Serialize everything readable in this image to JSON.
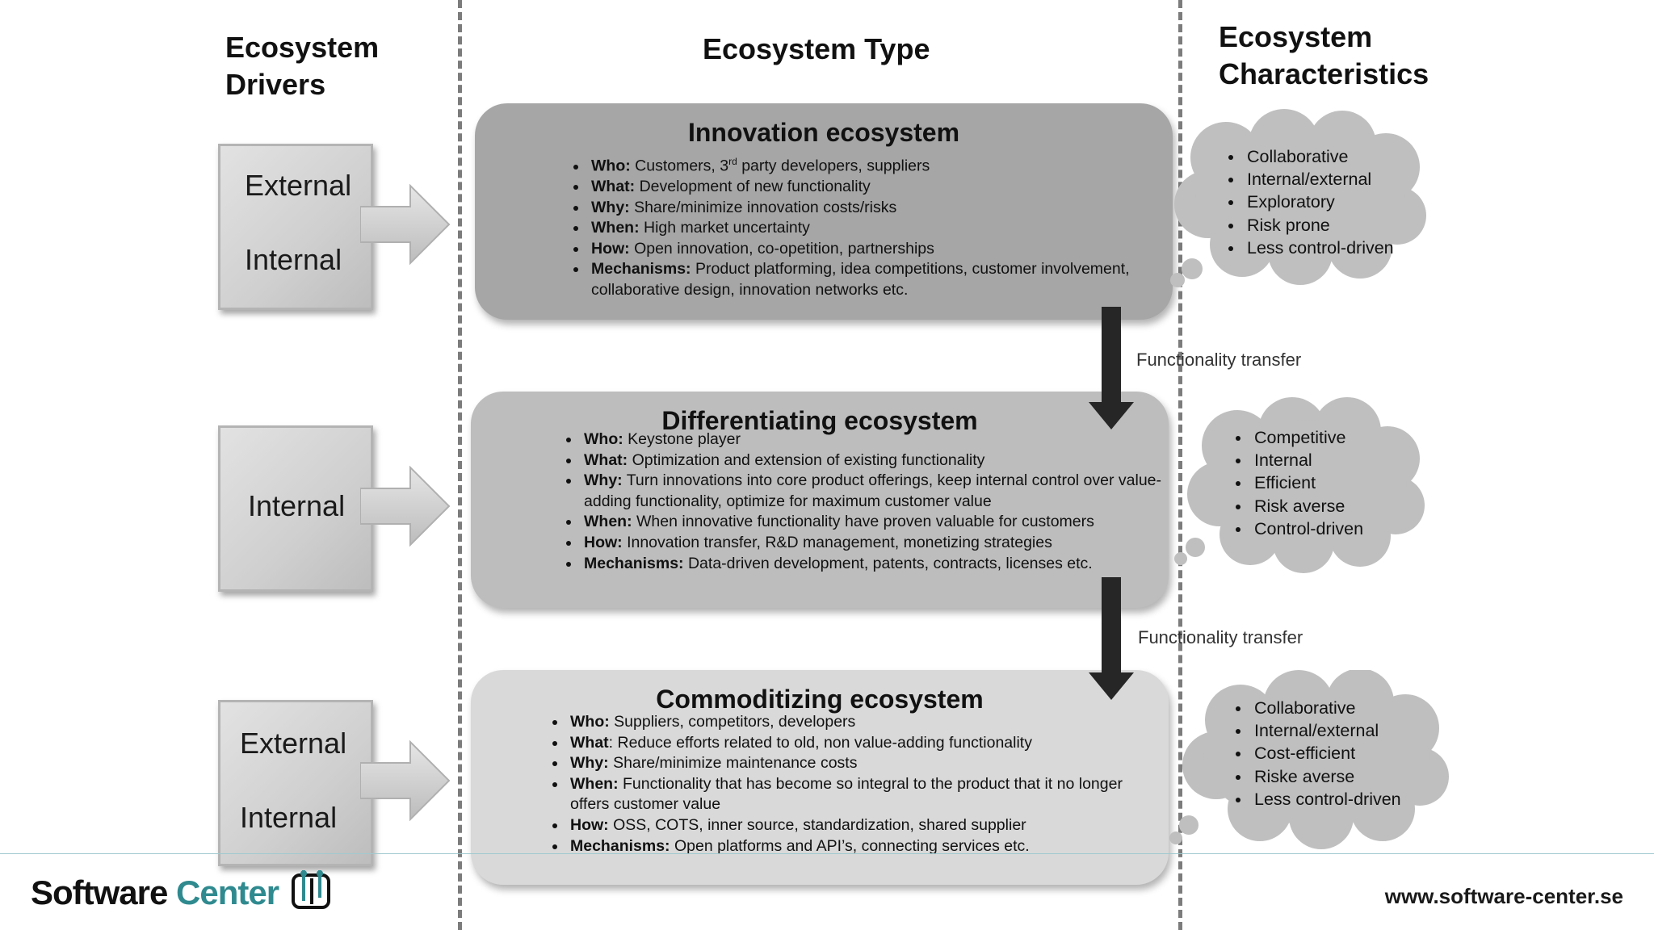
{
  "headers": {
    "drivers": [
      "Ecosystem",
      "Drivers"
    ],
    "type": "Ecosystem Type",
    "characteristics": [
      "Ecosystem",
      "Characteristics"
    ]
  },
  "drivers": [
    {
      "labels": [
        "External",
        "Internal"
      ]
    },
    {
      "labels": [
        "Internal"
      ]
    },
    {
      "labels": [
        "External",
        "Internal"
      ]
    }
  ],
  "ecosystems": [
    {
      "title": "Innovation ecosystem",
      "items": [
        {
          "k": "Who:",
          "pre": "Customers, 3",
          "sup": "rd",
          "post": " party developers, suppliers"
        },
        {
          "k": "What:",
          "v": "Development of new functionality"
        },
        {
          "k": "Why:",
          "v": "Share/minimize innovation costs/risks"
        },
        {
          "k": "When:",
          "v": "High market uncertainty"
        },
        {
          "k": "How:",
          "v": "Open innovation, co-opetition, partnerships"
        },
        {
          "k": "Mechanisms:",
          "v": "Product platforming, idea competitions, customer involvement, collaborative design, innovation networks etc."
        }
      ]
    },
    {
      "title": "Differentiating ecosystem",
      "items": [
        {
          "k": "Who:",
          "v": "Keystone player"
        },
        {
          "k": "What:",
          "v": "Optimization and extension of existing functionality"
        },
        {
          "k": "Why:",
          "v": "Turn innovations into core product offerings, keep internal control over value-adding functionality, optimize for maximum customer value"
        },
        {
          "k": "When:",
          "v": "When innovative functionality have proven valuable for customers"
        },
        {
          "k": "How:",
          "v": "Innovation transfer, R&D management, monetizing strategies"
        },
        {
          "k": "Mechanisms:",
          "v": "Data-driven development, patents, contracts, licenses etc."
        }
      ]
    },
    {
      "title": "Commoditizing ecosystem",
      "items": [
        {
          "k": "Who:",
          "v": "Suppliers, competitors, developers"
        },
        {
          "k": "What",
          "v": ": Reduce efforts related to old, non value-adding functionality"
        },
        {
          "k": "Why:",
          "v": "Share/minimize maintenance costs"
        },
        {
          "k": "When:",
          "v": "Functionality that has become so integral to the product that it no longer offers customer value"
        },
        {
          "k": "How:",
          "v": "OSS, COTS, inner source, standardization, shared supplier"
        },
        {
          "k": "Mechanisms:",
          "v": "Open platforms and API’s, connecting services etc."
        }
      ]
    }
  ],
  "characteristics": [
    [
      "Collaborative",
      "Internal/external",
      "Exploratory",
      "Risk prone",
      "Less control-driven"
    ],
    [
      "Competitive",
      "Internal",
      "Efficient",
      "Risk averse",
      "Control-driven"
    ],
    [
      "Collaborative",
      "Internal/external",
      "Cost-efficient",
      "Riske averse",
      "Less control-driven"
    ]
  ],
  "transfers": [
    "Functionality transfer",
    "Functionality transfer"
  ],
  "footer": {
    "logo_word1": "Software",
    "logo_word2": "Center",
    "url": "www.software-center.se"
  },
  "colors": {
    "eco1": "#a6a6a6",
    "eco2": "#bdbdbd",
    "eco3": "#d9d9d9",
    "cloud": "#bfbfbf",
    "accent": "#2f8a8f"
  }
}
